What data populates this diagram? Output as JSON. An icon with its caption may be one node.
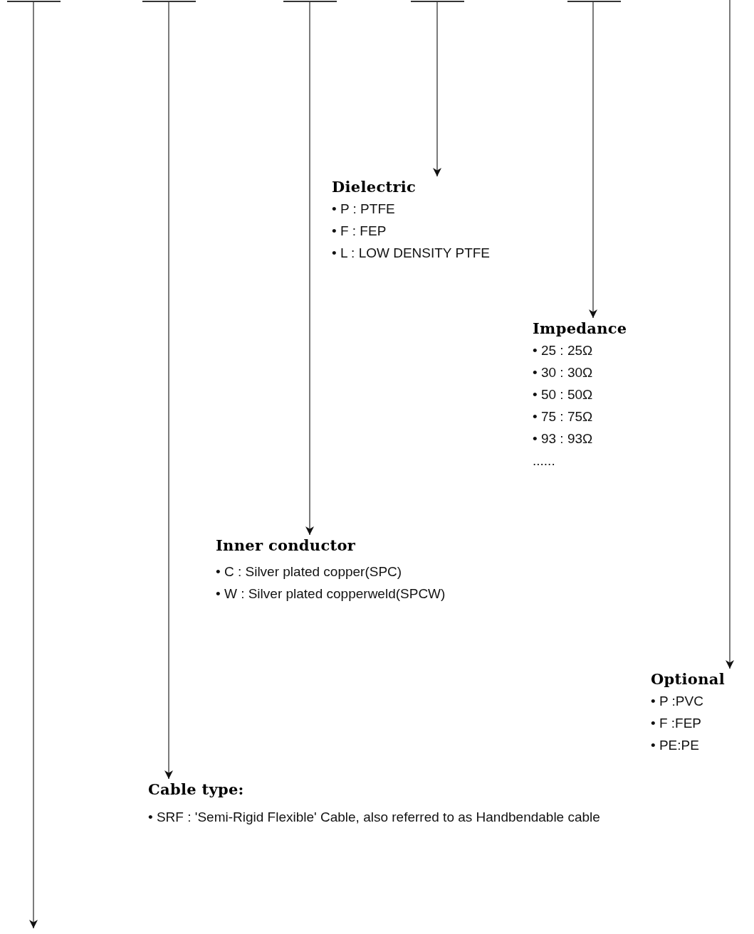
{
  "diagram": {
    "nodes": [
      {
        "text": [],
        "shape": "bar"
      },
      {
        "text": [],
        "shape": "bar"
      },
      {
        "text": [],
        "shape": "bar"
      },
      {
        "text": [],
        "shape": "bar"
      },
      {
        "text": [],
        "shape": "bar"
      },
      {
        "text": [
          "Dielectric",
          "• P : PTFE",
          "• F : FEP",
          "• L : LOW DENSITY PTFE"
        ]
      },
      {
        "text": [
          "Impedance",
          "• 25 : 25Ω",
          "• 30 : 30Ω",
          "• 50 : 50Ω",
          "• 75 : 75Ω",
          "• 93 : 93Ω",
          "......"
        ]
      },
      {
        "text": [
          "Inner conductor",
          "• C : Silver plated copper(SPC)",
          "• W : Silver plated copperweld(SPCW)"
        ]
      },
      {
        "text": [
          "Optional",
          "• P :PVC",
          "• F :FEP",
          "• PE:PE"
        ]
      },
      {
        "text": [
          "Cable type:",
          "• SRF : 'Semi-Rigid Flexible' Cable, also referred to as Handbendable cable"
        ]
      }
    ],
    "edges": [
      {
        "from": 0,
        "to": null,
        "arrow": "to"
      },
      {
        "from": 1,
        "to": 9,
        "arrow": "to"
      },
      {
        "from": 2,
        "to": 7,
        "arrow": "to"
      },
      {
        "from": 3,
        "to": 5,
        "arrow": "to"
      },
      {
        "from": 4,
        "to": 6,
        "arrow": "to"
      },
      {
        "from": null,
        "to": 8,
        "arrow": "to"
      }
    ]
  }
}
